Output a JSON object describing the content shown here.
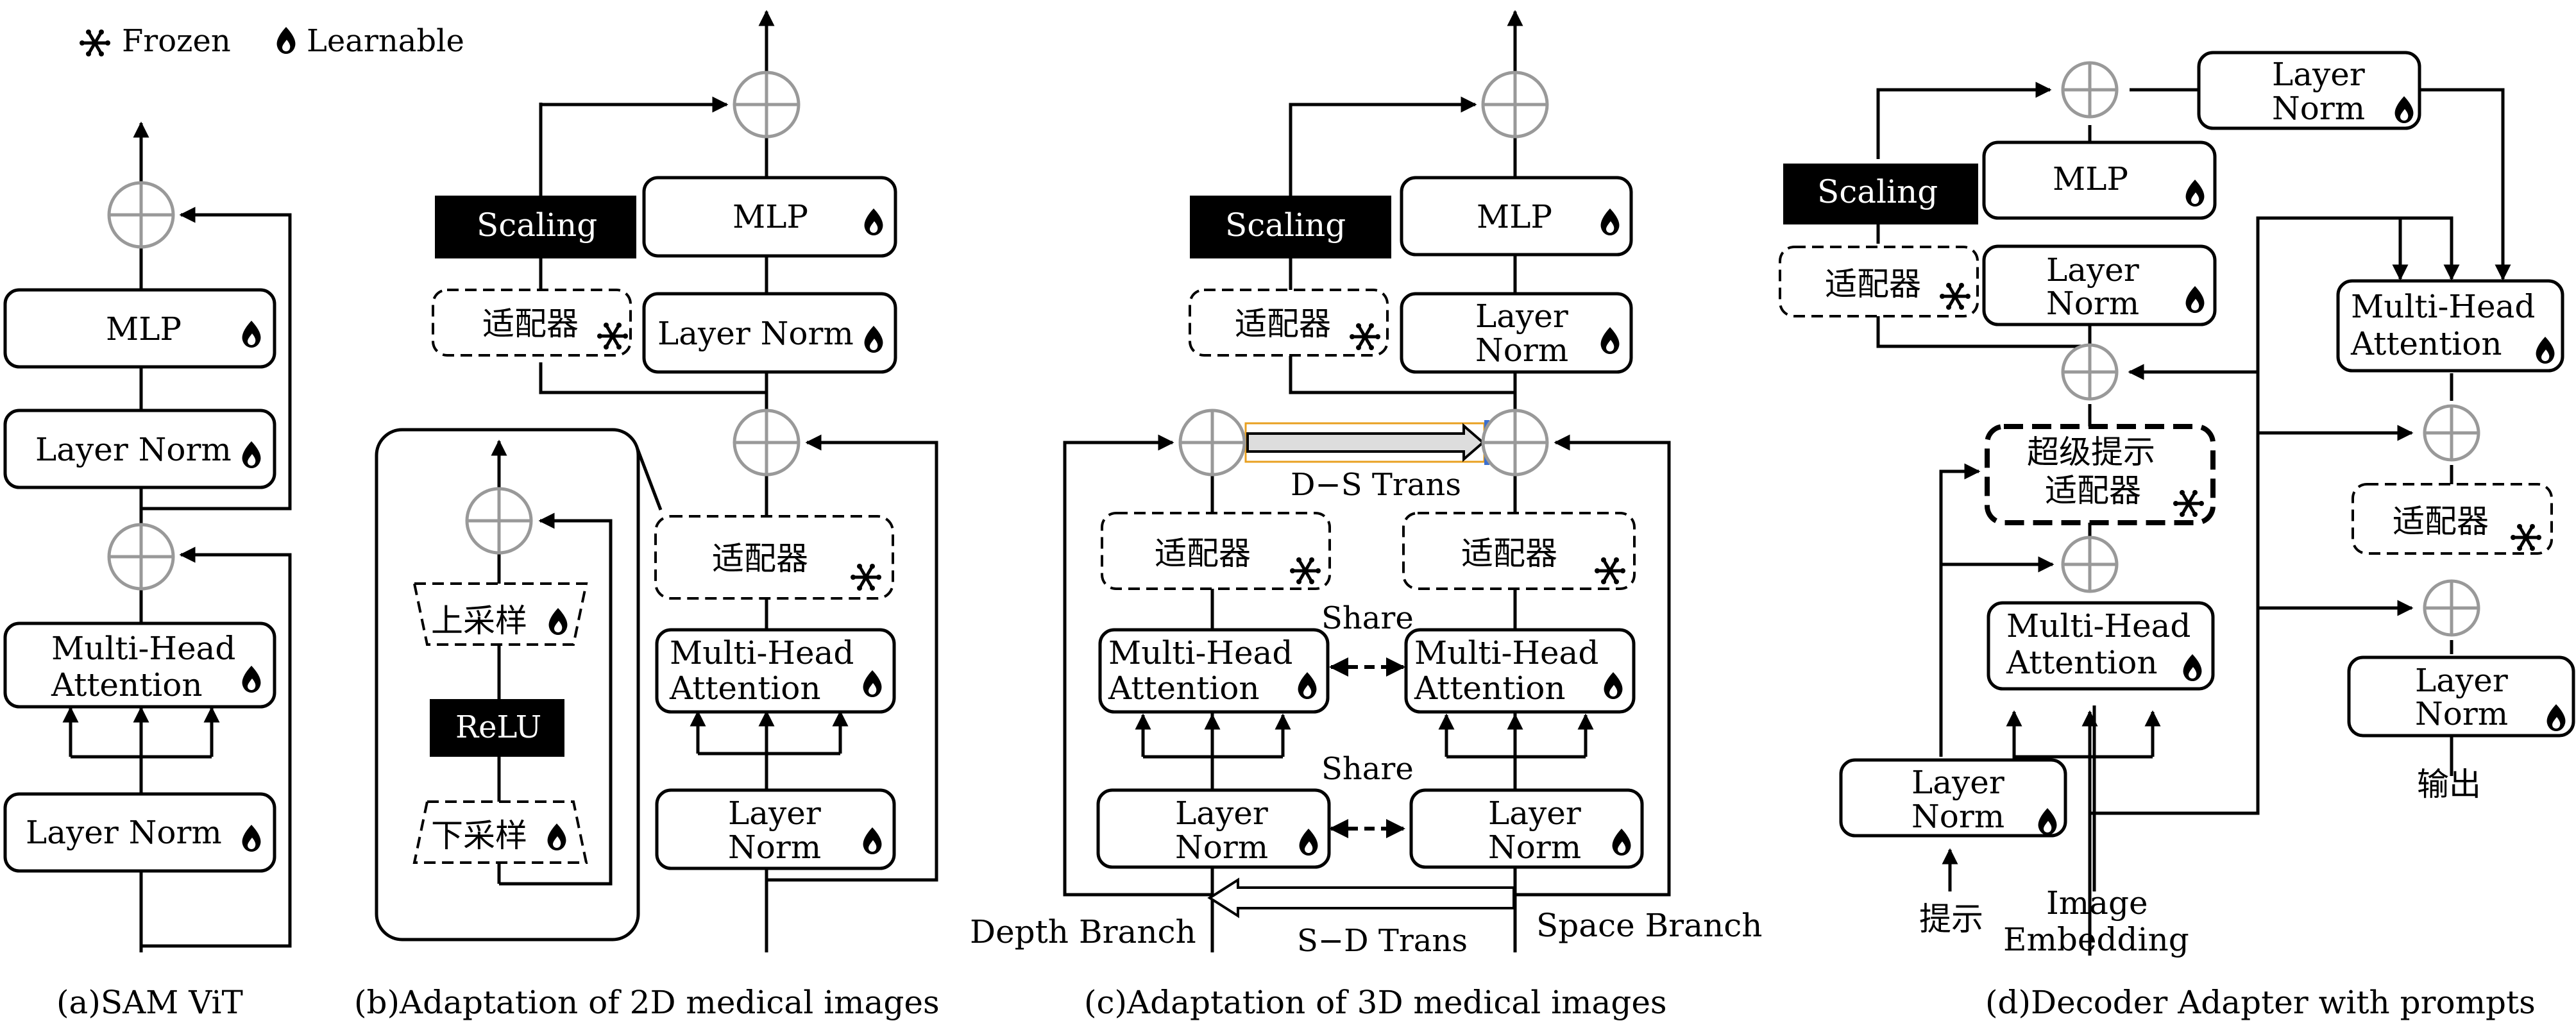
{
  "legend": {
    "frozen": "Frozen",
    "learnable": "Learnable"
  },
  "labels": {
    "mlp": "MLP",
    "layer_norm": "Layer Norm",
    "layer": "Layer",
    "norm": "Norm",
    "multi_head": "Multi-Head",
    "attention": "Attention",
    "scaling": "Scaling",
    "adapter": "适配器",
    "upsample": "上采样",
    "relu": "ReLU",
    "downsample": "下采样",
    "share": "Share",
    "ds_trans": "D−S Trans",
    "sd_trans": "S−D Trans",
    "depth_branch": "Depth Branch",
    "space_branch": "Space Branch",
    "super_prompt_1": "超级提示",
    "super_prompt_2": "适配器",
    "prompt": "提示",
    "image": "Image",
    "embedding": "Embedding",
    "output": "输出"
  },
  "captions": {
    "a": "(a)SAM ViT",
    "b": "(b)Adaptation of 2D medical images",
    "c": "(c)Adaptation of 3D medical images",
    "d": "(d)Decoder Adapter with prompts"
  },
  "icons": {
    "frozen": "snowflake-icon",
    "learnable": "flame-icon"
  }
}
